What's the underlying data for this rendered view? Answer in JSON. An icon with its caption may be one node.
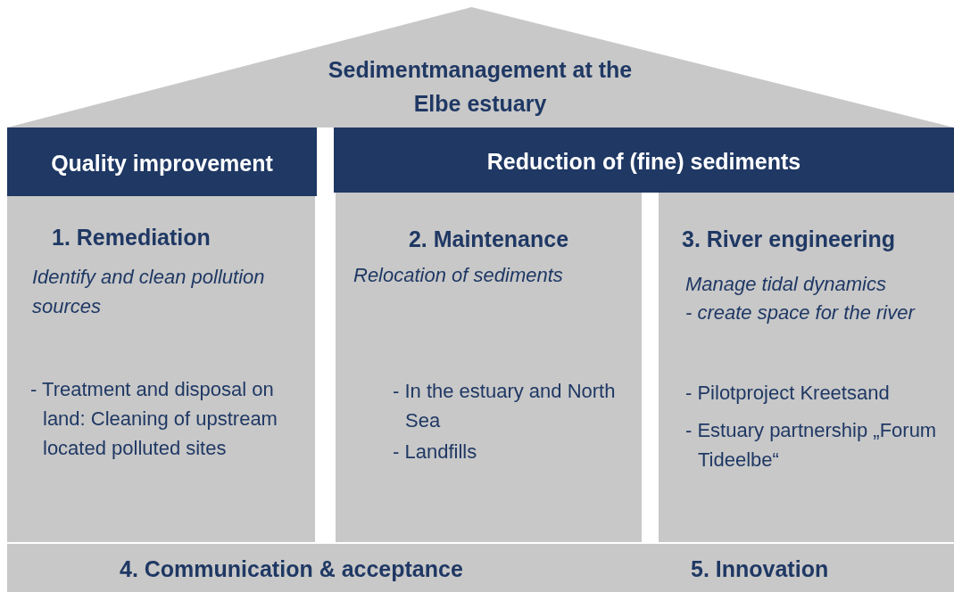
{
  "diagram": {
    "nodes": [
      {
        "text": [
          "Sedimentmanagement at the Elbe estuary"
        ]
      },
      {
        "text": [
          "Quality improvement"
        ]
      },
      {
        "text": [
          "Reduction of (fine) sediments"
        ]
      },
      {
        "text": [
          "1. Remediation",
          "Identify and clean pollution sources",
          "- Treatment and disposal on land: Cleaning of upstream located polluted sites"
        ]
      },
      {
        "text": [
          "2. Maintenance",
          "Relocation of sediments",
          "- In the estuary and North Sea",
          "- Landfills"
        ]
      },
      {
        "text": [
          "3. River engineering",
          "Manage tidal dynamics",
          "- create space for the river",
          "- Pilotproject Kreetsand",
          "- Estuary partnership „Forum Tideelbe“"
        ]
      },
      {
        "text": [
          "4. Communication & acceptance",
          "5. Innovation"
        ]
      }
    ],
    "edges": []
  }
}
